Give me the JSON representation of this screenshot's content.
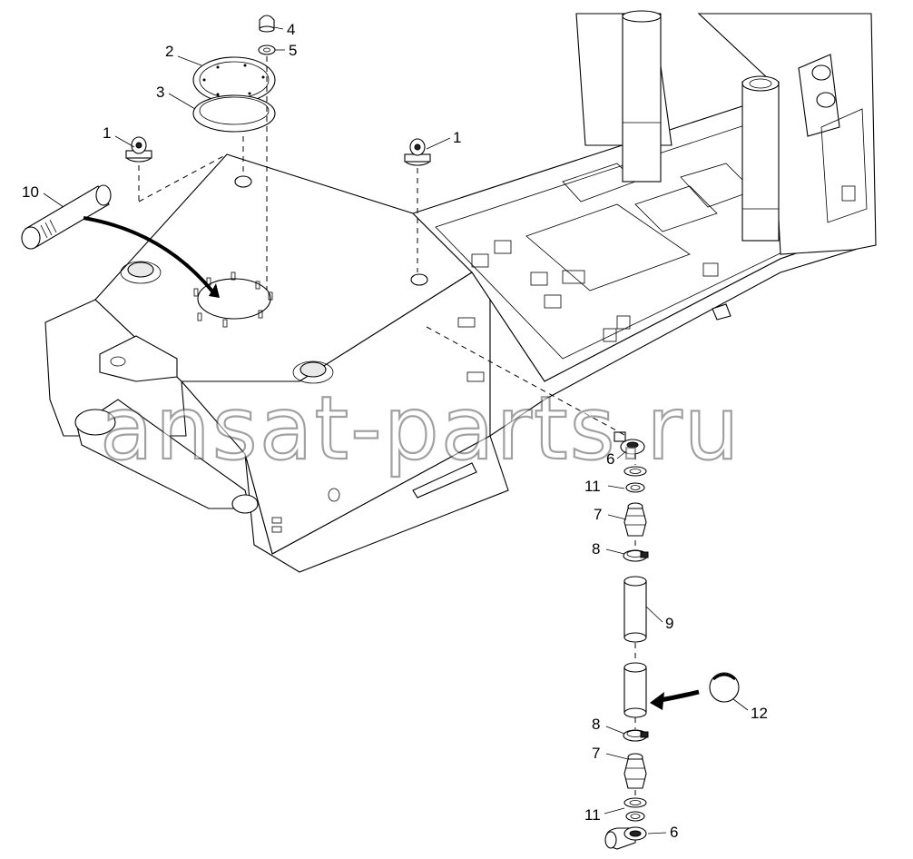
{
  "callouts": [
    {
      "id": "c1a",
      "label": "1"
    },
    {
      "id": "c1b",
      "label": "1"
    },
    {
      "id": "c2",
      "label": "2"
    },
    {
      "id": "c3",
      "label": "3"
    },
    {
      "id": "c4",
      "label": "4"
    },
    {
      "id": "c5",
      "label": "5"
    },
    {
      "id": "c6a",
      "label": "6"
    },
    {
      "id": "c6b",
      "label": "6"
    },
    {
      "id": "c7a",
      "label": "7"
    },
    {
      "id": "c7b",
      "label": "7"
    },
    {
      "id": "c8a",
      "label": "8"
    },
    {
      "id": "c8b",
      "label": "8"
    },
    {
      "id": "c9",
      "label": "9"
    },
    {
      "id": "c10",
      "label": "10"
    },
    {
      "id": "c11a",
      "label": "11"
    },
    {
      "id": "c11b",
      "label": "11"
    },
    {
      "id": "c12",
      "label": "12"
    }
  ],
  "watermark": "ansat-parts.ru"
}
